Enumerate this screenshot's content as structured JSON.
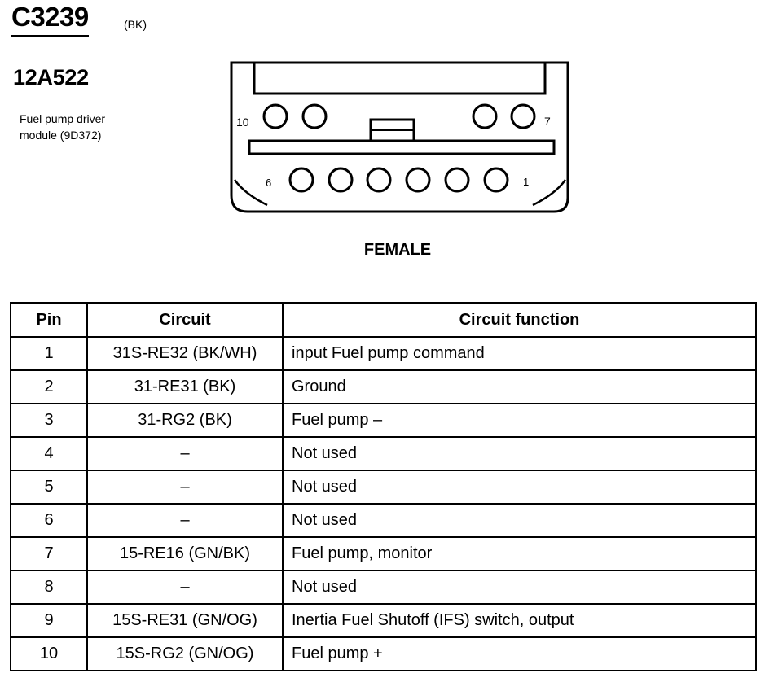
{
  "header": {
    "connector_id": "C3239",
    "connector_color": "(BK)",
    "part_number": "12A522",
    "component_line1": "Fuel pump driver",
    "component_line2": "module (9D372)"
  },
  "connector": {
    "gender": "FEMALE",
    "top_left_pin_label": "10",
    "top_right_pin_label": "7",
    "bottom_left_pin_label": "6",
    "bottom_right_pin_label": "1"
  },
  "table": {
    "headers": {
      "pin": "Pin",
      "circuit": "Circuit",
      "function": "Circuit function"
    },
    "rows": [
      {
        "pin": "1",
        "circuit": "31S-RE32 (BK/WH)",
        "function": "input Fuel pump command"
      },
      {
        "pin": "2",
        "circuit": "31-RE31 (BK)",
        "function": "Ground"
      },
      {
        "pin": "3",
        "circuit": "31-RG2 (BK)",
        "function": "Fuel pump –"
      },
      {
        "pin": "4",
        "circuit": "–",
        "function": "Not used"
      },
      {
        "pin": "5",
        "circuit": "–",
        "function": "Not used"
      },
      {
        "pin": "6",
        "circuit": "–",
        "function": "Not used"
      },
      {
        "pin": "7",
        "circuit": "15-RE16 (GN/BK)",
        "function": "Fuel pump, monitor"
      },
      {
        "pin": "8",
        "circuit": "–",
        "function": "Not used"
      },
      {
        "pin": "9",
        "circuit": "15S-RE31 (GN/OG)",
        "function": "Inertia Fuel Shutoff (IFS) switch, output"
      },
      {
        "pin": "10",
        "circuit": "15S-RG2 (GN/OG)",
        "function": "Fuel pump +"
      }
    ]
  }
}
